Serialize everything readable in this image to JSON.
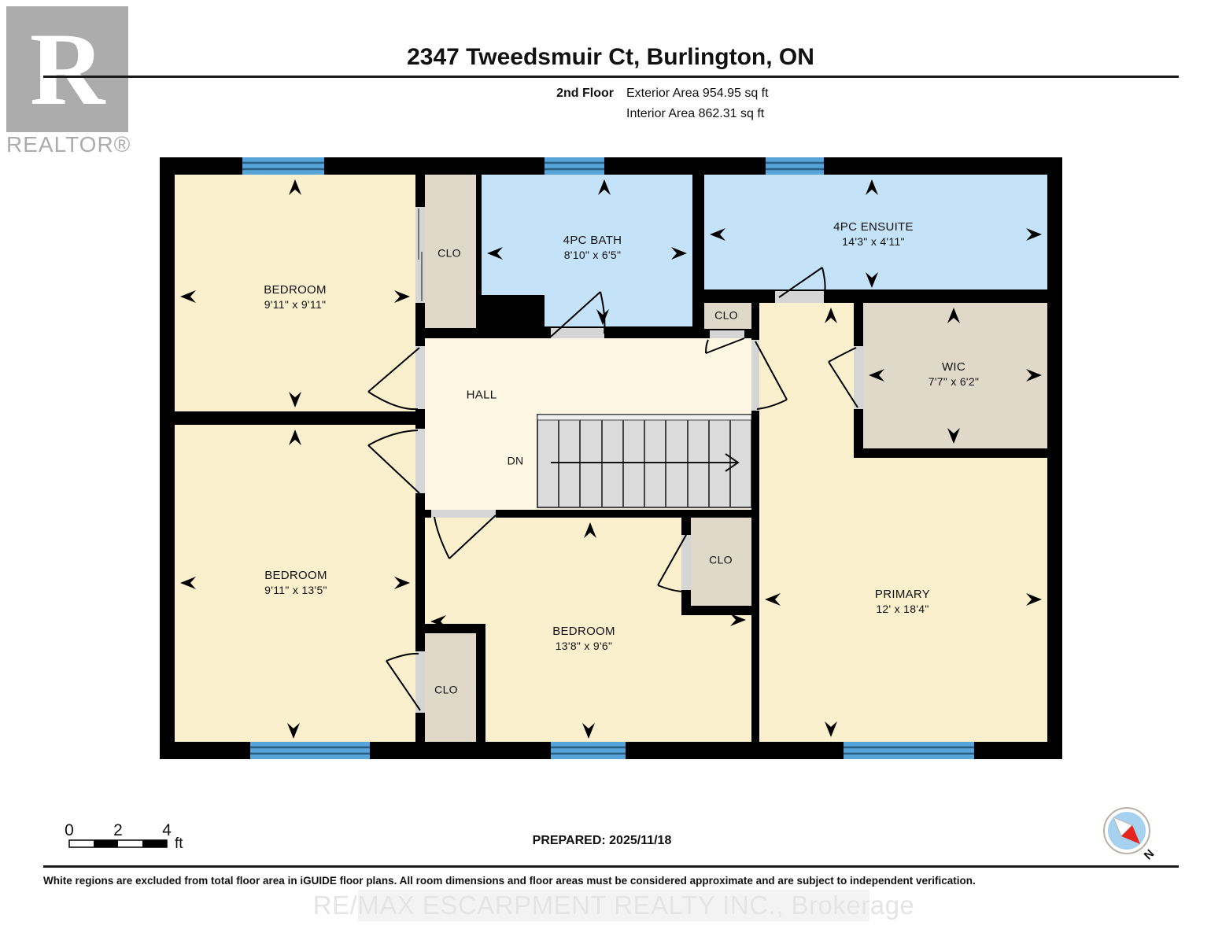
{
  "header": {
    "logo_letter": "R",
    "logo_label": "REALTOR®",
    "title": "2347 Tweedsmuir Ct, Burlington, ON",
    "floor_label": "2nd Floor",
    "exterior_area": "Exterior Area 954.95 sq ft",
    "interior_area": "Interior Area 862.31 sq ft"
  },
  "rooms": [
    {
      "name": "BEDROOM",
      "dims": "9'11\" x 9'11\""
    },
    {
      "name": "CLO"
    },
    {
      "name": "4PC BATH",
      "dims": "8'10\" x 6'5\""
    },
    {
      "name": "4PC ENSUITE",
      "dims": "14'3\" x 4'11\""
    },
    {
      "name": "CLO"
    },
    {
      "name": "WIC",
      "dims": "7'7\" x 6'2\""
    },
    {
      "name": "HALL"
    },
    {
      "name": "BEDROOM",
      "dims": "9'11\" x 13'5\""
    },
    {
      "name": "CLO"
    },
    {
      "name": "BEDROOM",
      "dims": "13'8\" x 9'6\""
    },
    {
      "name": "CLO"
    },
    {
      "name": "PRIMARY",
      "dims": "12' x 18'4\""
    }
  ],
  "stairs": {
    "label": "DN"
  },
  "footer": {
    "scale": {
      "ticks": [
        "0",
        "2",
        "4"
      ],
      "unit": "ft"
    },
    "prepared": "PREPARED: 2025/11/18",
    "compass_label": "N",
    "disclaimer": "White regions are excluded from total floor area in iGUIDE floor plans. All room dimensions and floor areas must be considered approximate and are subject to independent verification.",
    "watermark": "RE/MAX ESCARPMENT REALTY INC., Brokerage"
  },
  "colors": {
    "room_fill": "#FAF0CE",
    "hall_fill": "#FCF6E2",
    "closet_fill": "#E0D8C8",
    "bath_fill": "#C5E3F8",
    "window_blue": "#56A4D8",
    "stair_fill": "#DCDCDC",
    "wall_black": "#000000",
    "compass_red": "#E5261F",
    "logo_gray": "#ACACAC"
  }
}
